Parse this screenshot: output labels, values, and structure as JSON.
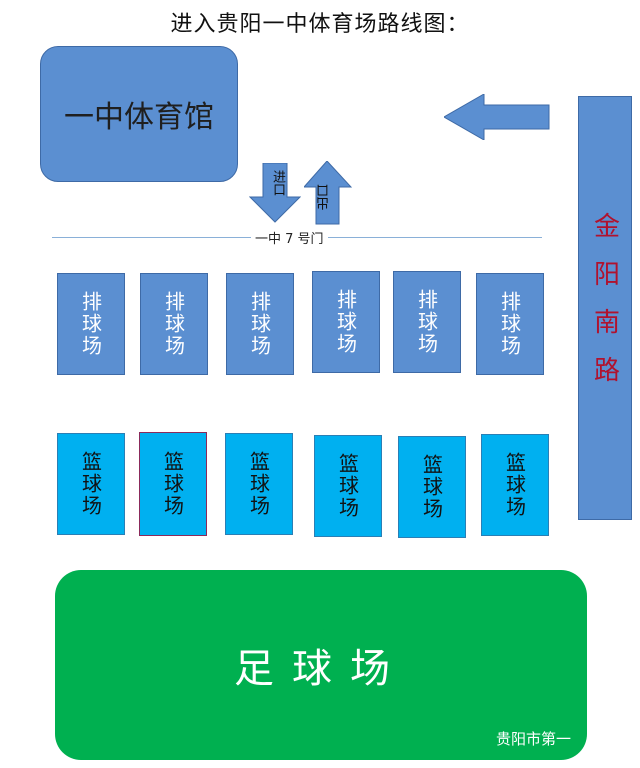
{
  "title": "进入贵阳一中体育场路线图：",
  "gym_label": "一中体育馆",
  "road_label": "金阳南路",
  "entrance_label": "进口",
  "exit_label": "出口",
  "gate_label": "一中 7 号门",
  "volleyball_courts": [
    "排球场",
    "排球场",
    "排球场",
    "排球场",
    "排球场",
    "排球场"
  ],
  "basketball_courts": [
    "篮球场",
    "篮球场",
    "篮球场",
    "篮球场",
    "篮球场",
    "篮球场"
  ],
  "field_label": "足球场",
  "watermark": "贵阳市第一",
  "colors": {
    "building_blue": "#5b8fd1",
    "basketball_blue": "#00b0f0",
    "field_green": "#00b050",
    "road_text_red": "#b0122e"
  }
}
